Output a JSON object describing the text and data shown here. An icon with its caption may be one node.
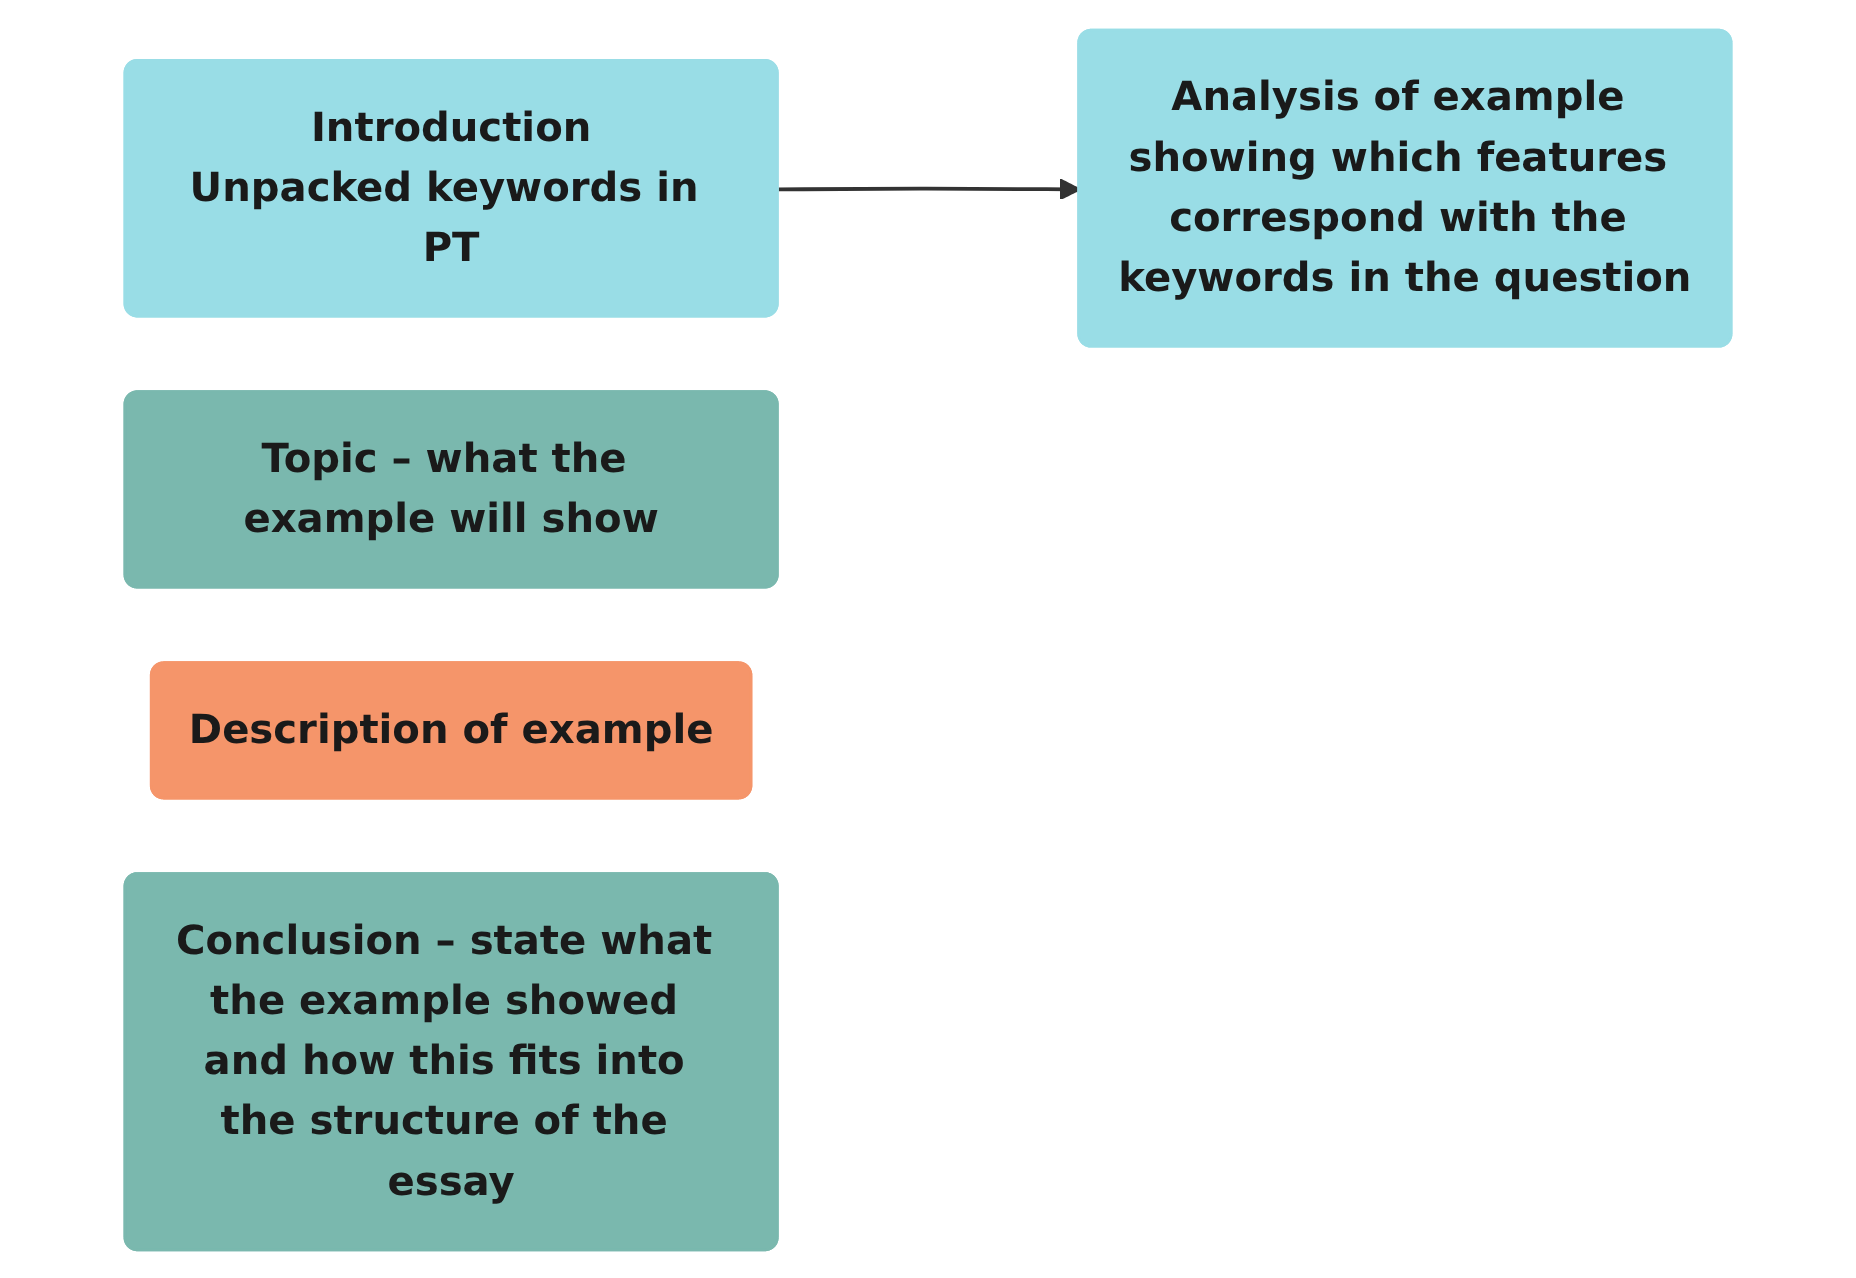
{
  "diagram": {
    "nodes": [
      {
        "text": [
          "Introduction",
          "Unpacked keywords in PT"
        ]
      },
      {
        "text": [
          "Topic – what the example will show"
        ]
      },
      {
        "text": [
          "Description of example"
        ]
      },
      {
        "text": [
          "Analysis of example showing which features correspond with the keywords in the question"
        ]
      },
      {
        "text": [
          "Conclusion – state what the example showed and how this fits into the structure of the essay"
        ]
      }
    ],
    "edges": [
      {
        "from": 0,
        "to": 3,
        "arrow": "to"
      }
    ]
  }
}
